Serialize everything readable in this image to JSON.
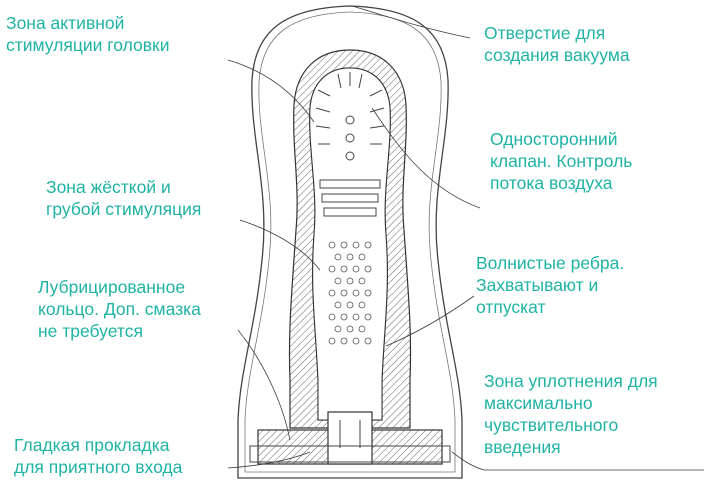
{
  "labels": {
    "head_zone": "Зона активной\nстимуляции головки",
    "hard_zone": "Зона жёсткой и\nгрубой стимуляция",
    "lube_ring": "Лубрицированное\nкольцо. Доп. смазка\nне требуется",
    "smooth_pad": "Гладкая прокладка\nдля приятного входа",
    "vacuum_hole": "Отверстие для\nсоздания вакуума",
    "valve": "Односторонний\nклапан. Контроль\nпотока воздуха",
    "wavy_ribs": "Волнистые ребра.\nЗахватывают и\nотпускат",
    "seal_zone": "Зона уплотнения для\nмаксимально\nчувствительного\nвведения"
  },
  "colors": {
    "label_text": "#1fb3a4",
    "line": "#3a3a3a"
  }
}
